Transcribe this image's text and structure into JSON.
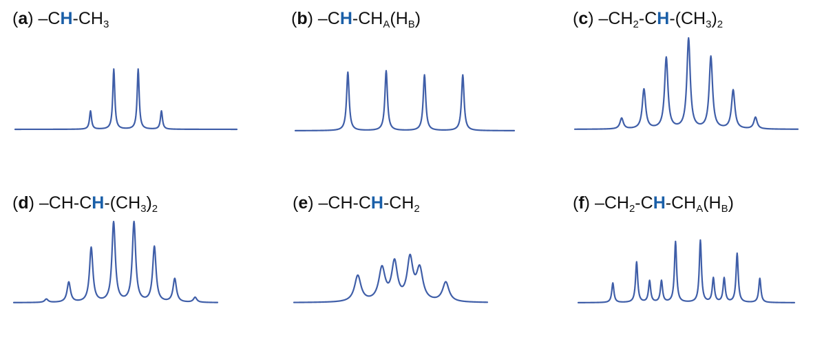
{
  "colors": {
    "trace": "#3f5ea8",
    "highlight": "#1a5fa8",
    "text": "#111111"
  },
  "panels": [
    {
      "key": "a",
      "label": {
        "letter": "a",
        "parts": [
          {
            "t": "–C"
          },
          {
            "t": "H",
            "hl": true
          },
          {
            "t": "-CH"
          },
          {
            "t": "3",
            "sub": true
          }
        ]
      }
    },
    {
      "key": "b",
      "label": {
        "letter": "b",
        "parts": [
          {
            "t": "–C"
          },
          {
            "t": "H",
            "hl": true
          },
          {
            "t": "-CH"
          },
          {
            "t": "A",
            "sub": true
          },
          {
            "t": "(H"
          },
          {
            "t": "B",
            "sub": true
          },
          {
            "t": ")"
          }
        ]
      }
    },
    {
      "key": "c",
      "label": {
        "letter": "c",
        "parts": [
          {
            "t": "–CH"
          },
          {
            "t": "2",
            "sub": true
          },
          {
            "t": "-C"
          },
          {
            "t": "H",
            "hl": true
          },
          {
            "t": "-(CH"
          },
          {
            "t": "3",
            "sub": true
          },
          {
            "t": ")"
          },
          {
            "t": "2",
            "sub": true
          }
        ]
      }
    },
    {
      "key": "d",
      "label": {
        "letter": "d",
        "parts": [
          {
            "t": "–CH-C"
          },
          {
            "t": "H",
            "hl": true
          },
          {
            "t": "-(CH"
          },
          {
            "t": "3",
            "sub": true
          },
          {
            "t": ")"
          },
          {
            "t": "2",
            "sub": true
          }
        ]
      }
    },
    {
      "key": "e",
      "label": {
        "letter": "e",
        "parts": [
          {
            "t": "–CH-C"
          },
          {
            "t": "H",
            "hl": true
          },
          {
            "t": "-CH"
          },
          {
            "t": "2",
            "sub": true
          }
        ]
      }
    },
    {
      "key": "f",
      "label": {
        "letter": "f",
        "parts": [
          {
            "t": "–CH"
          },
          {
            "t": "2",
            "sub": true
          },
          {
            "t": "-C"
          },
          {
            "t": "H",
            "hl": true
          },
          {
            "t": "-CH"
          },
          {
            "t": "A",
            "sub": true
          },
          {
            "t": "(H"
          },
          {
            "t": "B",
            "sub": true
          },
          {
            "t": ")"
          }
        ]
      }
    }
  ],
  "spectra": {
    "a": [
      {
        "x": 0.34,
        "h": 0.28,
        "w": 0.0055
      },
      {
        "x": 0.445,
        "h": 0.92,
        "w": 0.0055
      },
      {
        "x": 0.555,
        "h": 0.92,
        "w": 0.0055
      },
      {
        "x": 0.66,
        "h": 0.28,
        "w": 0.0055
      }
    ],
    "b": [
      {
        "x": 0.24,
        "h": 0.85,
        "w": 0.007
      },
      {
        "x": 0.415,
        "h": 0.87,
        "w": 0.007
      },
      {
        "x": 0.59,
        "h": 0.81,
        "w": 0.007
      },
      {
        "x": 0.765,
        "h": 0.81,
        "w": 0.007
      }
    ],
    "c": [
      {
        "x": 0.21,
        "h": 0.12,
        "w": 0.009
      },
      {
        "x": 0.31,
        "h": 0.44,
        "w": 0.009
      },
      {
        "x": 0.41,
        "h": 0.79,
        "w": 0.009
      },
      {
        "x": 0.51,
        "h": 1.0,
        "w": 0.009
      },
      {
        "x": 0.61,
        "h": 0.8,
        "w": 0.009
      },
      {
        "x": 0.71,
        "h": 0.43,
        "w": 0.009
      },
      {
        "x": 0.81,
        "h": 0.13,
        "w": 0.009
      }
    ],
    "d": [
      {
        "x": 0.16,
        "h": 0.04,
        "w": 0.01
      },
      {
        "x": 0.27,
        "h": 0.24,
        "w": 0.01
      },
      {
        "x": 0.38,
        "h": 0.65,
        "w": 0.01
      },
      {
        "x": 0.49,
        "h": 0.95,
        "w": 0.01
      },
      {
        "x": 0.59,
        "h": 0.95,
        "w": 0.01
      },
      {
        "x": 0.69,
        "h": 0.66,
        "w": 0.01
      },
      {
        "x": 0.79,
        "h": 0.28,
        "w": 0.01
      },
      {
        "x": 0.89,
        "h": 0.06,
        "w": 0.01
      }
    ],
    "e": [
      {
        "x": 0.33,
        "h": 0.4,
        "w": 0.02
      },
      {
        "x": 0.455,
        "h": 0.5,
        "w": 0.02
      },
      {
        "x": 0.52,
        "h": 0.58,
        "w": 0.018
      },
      {
        "x": 0.6,
        "h": 0.63,
        "w": 0.018
      },
      {
        "x": 0.65,
        "h": 0.48,
        "w": 0.02
      },
      {
        "x": 0.785,
        "h": 0.3,
        "w": 0.02
      }
    ],
    "f": [
      {
        "x": 0.16,
        "h": 0.3,
        "w": 0.006
      },
      {
        "x": 0.27,
        "h": 0.62,
        "w": 0.006
      },
      {
        "x": 0.33,
        "h": 0.33,
        "w": 0.006
      },
      {
        "x": 0.385,
        "h": 0.33,
        "w": 0.006
      },
      {
        "x": 0.45,
        "h": 0.93,
        "w": 0.006
      },
      {
        "x": 0.565,
        "h": 0.95,
        "w": 0.006
      },
      {
        "x": 0.625,
        "h": 0.37,
        "w": 0.006
      },
      {
        "x": 0.675,
        "h": 0.37,
        "w": 0.006
      },
      {
        "x": 0.735,
        "h": 0.75,
        "w": 0.006
      },
      {
        "x": 0.84,
        "h": 0.37,
        "w": 0.006
      }
    ]
  }
}
